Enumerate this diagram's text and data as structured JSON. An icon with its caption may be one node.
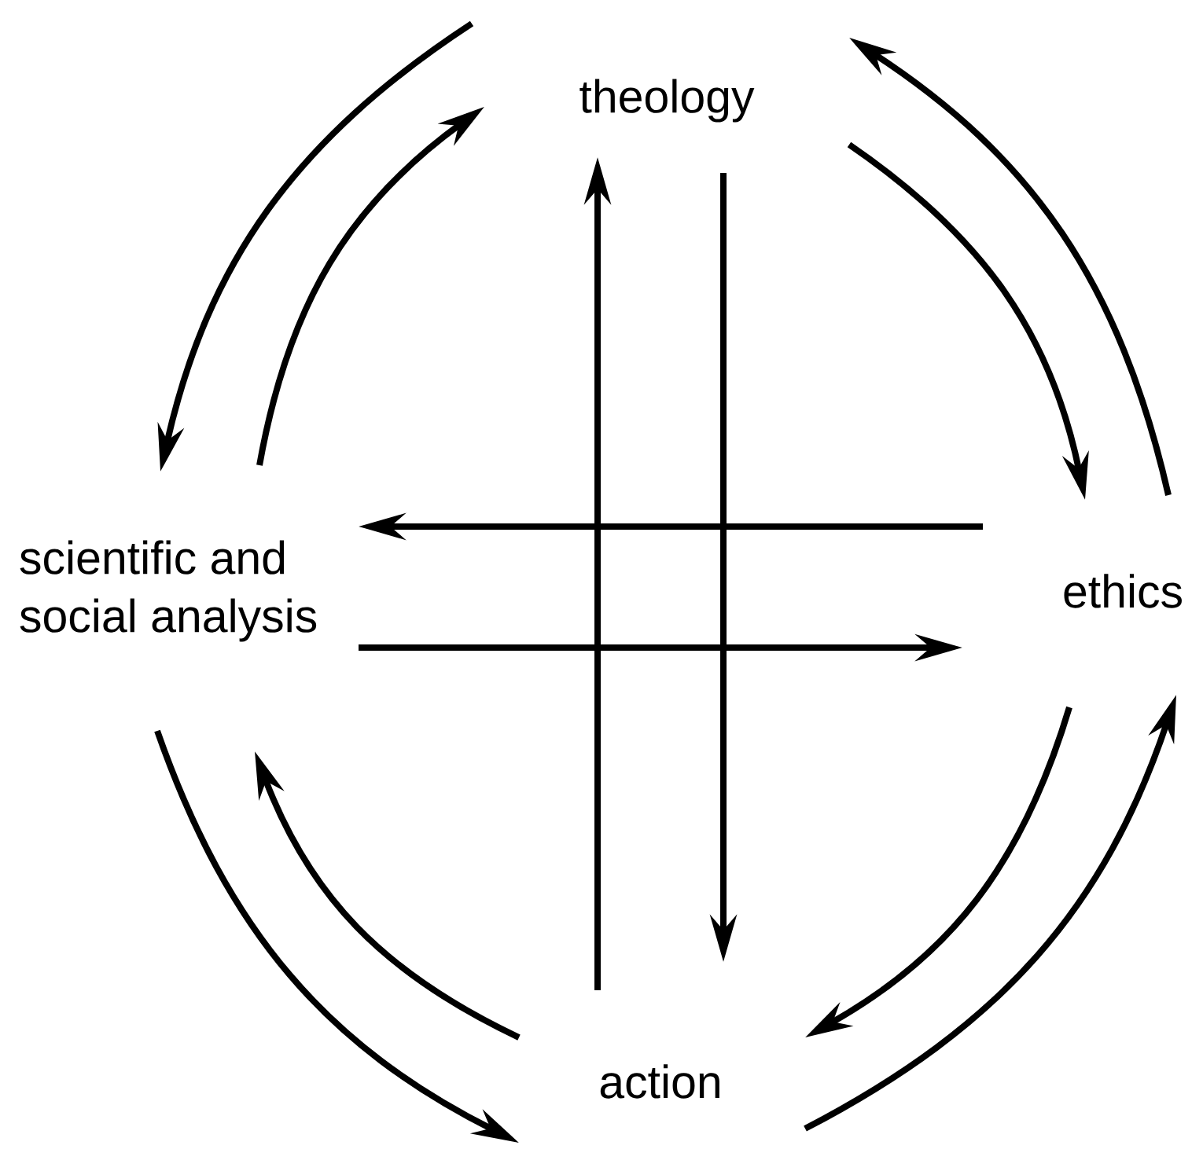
{
  "diagram": {
    "nodes": [
      {
        "text": [
          "theology"
        ]
      },
      {
        "text": [
          "scientific and social analysis"
        ]
      },
      {
        "text": [
          "ethics"
        ]
      },
      {
        "text": [
          "action"
        ]
      }
    ],
    "edges": [
      {
        "from": 0,
        "to": 1,
        "arrow": "to"
      },
      {
        "from": 1,
        "to": 0,
        "arrow": "to"
      },
      {
        "from": 0,
        "to": 2,
        "arrow": "to"
      },
      {
        "from": 2,
        "to": 0,
        "arrow": "to"
      },
      {
        "from": 1,
        "to": 3,
        "arrow": "to"
      },
      {
        "from": 3,
        "to": 1,
        "arrow": "to"
      },
      {
        "from": 2,
        "to": 3,
        "arrow": "to"
      },
      {
        "from": 3,
        "to": 2,
        "arrow": "to"
      },
      {
        "from": 3,
        "to": 0,
        "arrow": "to"
      },
      {
        "from": 0,
        "to": 3,
        "arrow": "to"
      },
      {
        "from": 2,
        "to": 1,
        "arrow": "to"
      },
      {
        "from": 1,
        "to": 2,
        "arrow": "to"
      }
    ]
  }
}
